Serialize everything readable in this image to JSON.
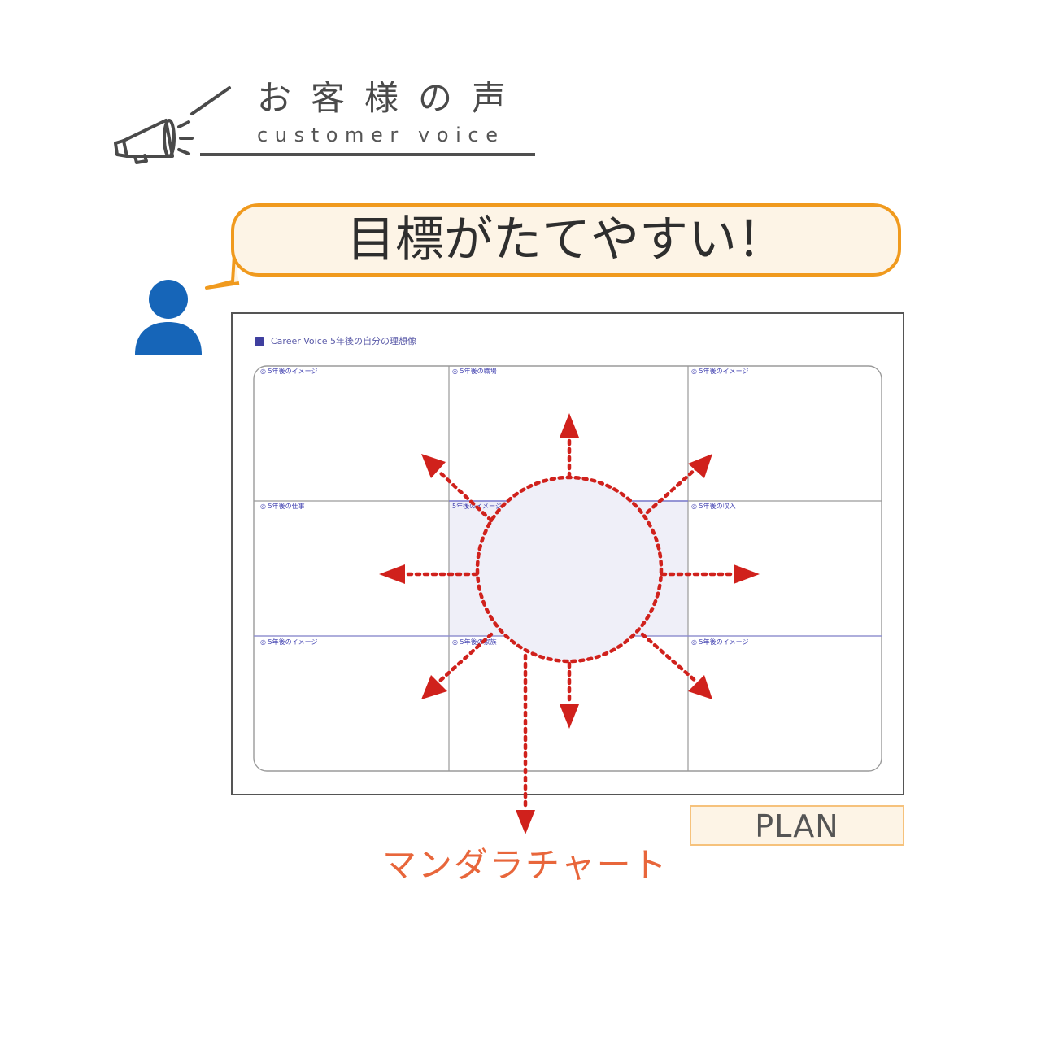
{
  "header": {
    "title": "お客様の声",
    "subtitle": "customer voice",
    "icon": "megaphone-icon"
  },
  "bubble": {
    "text": "目標がたてやすい！"
  },
  "user": {
    "icon": "person-icon",
    "color": "#1665b8"
  },
  "sheet": {
    "title": "Career Voice 5年後の自分の理想像",
    "cells": [
      "◎ 5年後のイメージ",
      "◎ 5年後の職場",
      "◎ 5年後のイメージ",
      "◎ 5年後の仕事",
      "5年後のイメージ",
      "◎ 5年後の収入",
      "◎ 5年後のイメージ",
      "◎ 5年後の家族",
      "◎ 5年後のイメージ"
    ]
  },
  "badge": {
    "label": "PLAN"
  },
  "mandala": {
    "label": "マンダラチャート"
  },
  "colors": {
    "accent_orange": "#f09a1e",
    "arrow_red": "#d0211c",
    "label_orange": "#e8663b",
    "center_fill": "#efeff8"
  }
}
